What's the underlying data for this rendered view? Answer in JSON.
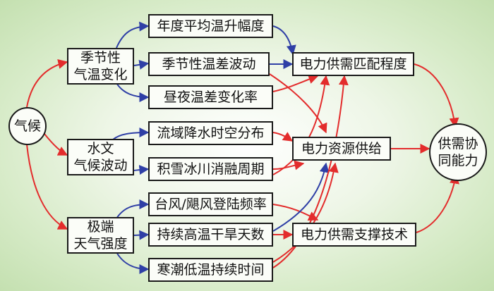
{
  "colors": {
    "red": "#e32c2c",
    "blue": "#2f3fa6"
  },
  "nodes": {
    "climate": "气候",
    "seasonal": "季节性\n气温变化",
    "hydro": "水文\n气候波动",
    "extreme": "极端\n天气强度",
    "annual_rise": "年度平均温升幅度",
    "seasonal_diff": "季节性温差波动",
    "diurnal": "昼夜温差变化率",
    "basin_precip": "流域降水时空分布",
    "snow_glacier": "积雪冰川消融周期",
    "typhoon": "台风/飓风登陆频率",
    "heat_drought": "持续高温干旱天数",
    "cold_wave": "寒潮低温持续时间",
    "match": "电力供需匹配程度",
    "supply": "电力资源供给",
    "support": "电力供需支撑技术",
    "coord": "供需协\n同能力"
  }
}
